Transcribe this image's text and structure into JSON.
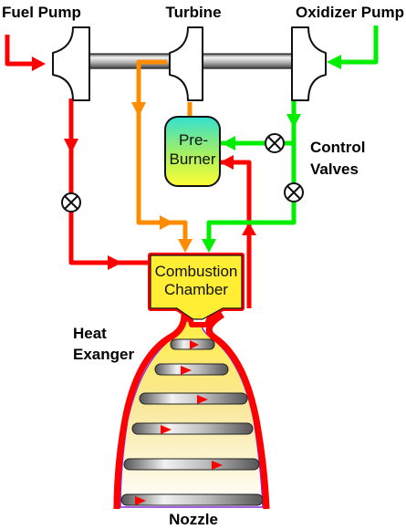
{
  "labels": {
    "fuel_pump": "Fuel Pump",
    "turbine": "Turbine",
    "oxidizer_pump": "Oxidizer Pump",
    "preburner_line1": "Pre-",
    "preburner_line2": "Burner",
    "control_valves_line1": "Control",
    "control_valves_line2": "Valves",
    "chamber_line1": "Combustion",
    "chamber_line2": "Chamber",
    "heat_exchanger_line1": "Heat",
    "heat_exchanger_line2": "Exanger",
    "nozzle": "Nozzle"
  },
  "colors": {
    "fuel": "#ff0000",
    "oxidizer": "#00ee00",
    "turbine_exhaust": "#ff8c00",
    "chamber_fill": "#ffee33",
    "nozzle_edge": "#8a2be2",
    "preburner_top": "#33e0d0",
    "preburner_bottom": "#ffff33"
  },
  "icons": {
    "valve": "valve-icon",
    "flow_arrow": "flow-arrow-icon"
  }
}
